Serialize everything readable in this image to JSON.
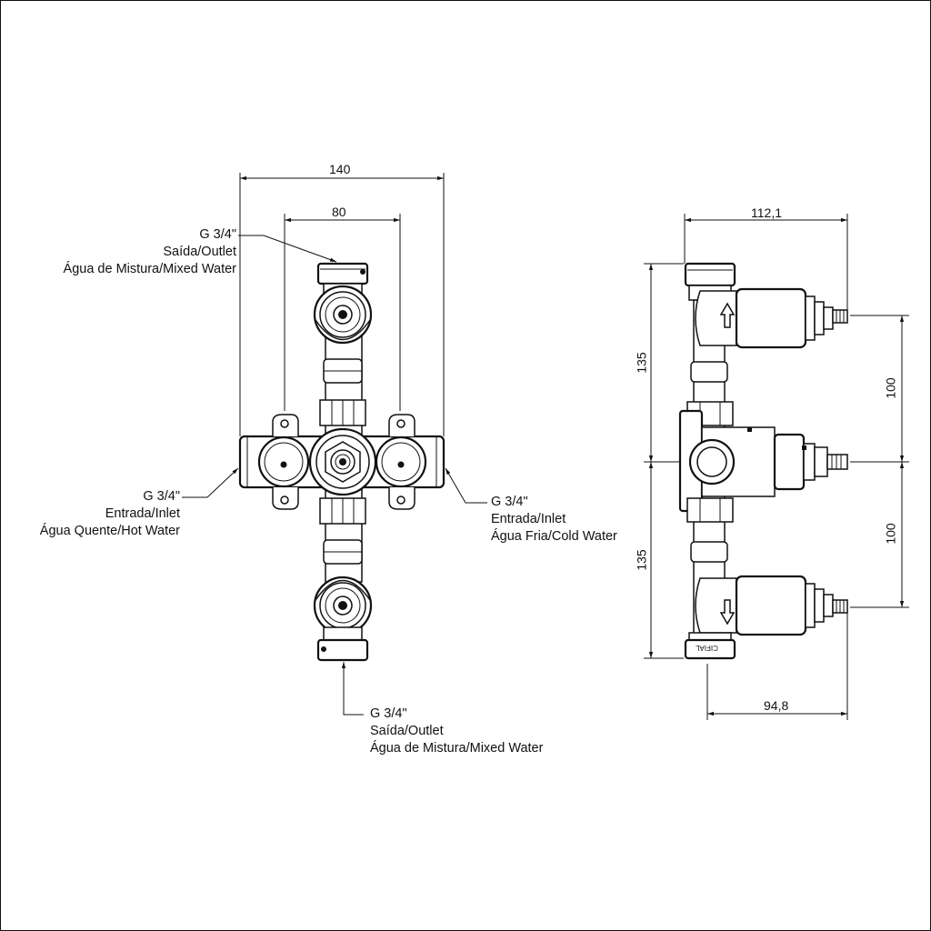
{
  "front_view": {
    "dimensions": {
      "overall_width": "140",
      "handle_spacing": "80"
    },
    "callout_top": {
      "thread": "G 3/4\"",
      "port": "Saída/Outlet",
      "fluid": "Água de Mistura/Mixed Water"
    },
    "callout_left": {
      "thread": "G 3/4\"",
      "port": "Entrada/Inlet",
      "fluid": "Água Quente/Hot Water"
    },
    "callout_right": {
      "thread": "G 3/4\"",
      "port": "Entrada/Inlet",
      "fluid": "Água Fria/Cold Water"
    },
    "callout_bottom": {
      "thread": "G 3/4\"",
      "port": "Saída/Outlet",
      "fluid": "Água de Mistura/Mixed Water"
    }
  },
  "side_view": {
    "dimensions": {
      "overall_depth": "112,1",
      "upper_height": "135",
      "lower_height": "135",
      "upper_spacing": "100",
      "lower_spacing": "100",
      "spindle_depth": "94,8"
    },
    "brand_mark": "CIFIAL"
  }
}
